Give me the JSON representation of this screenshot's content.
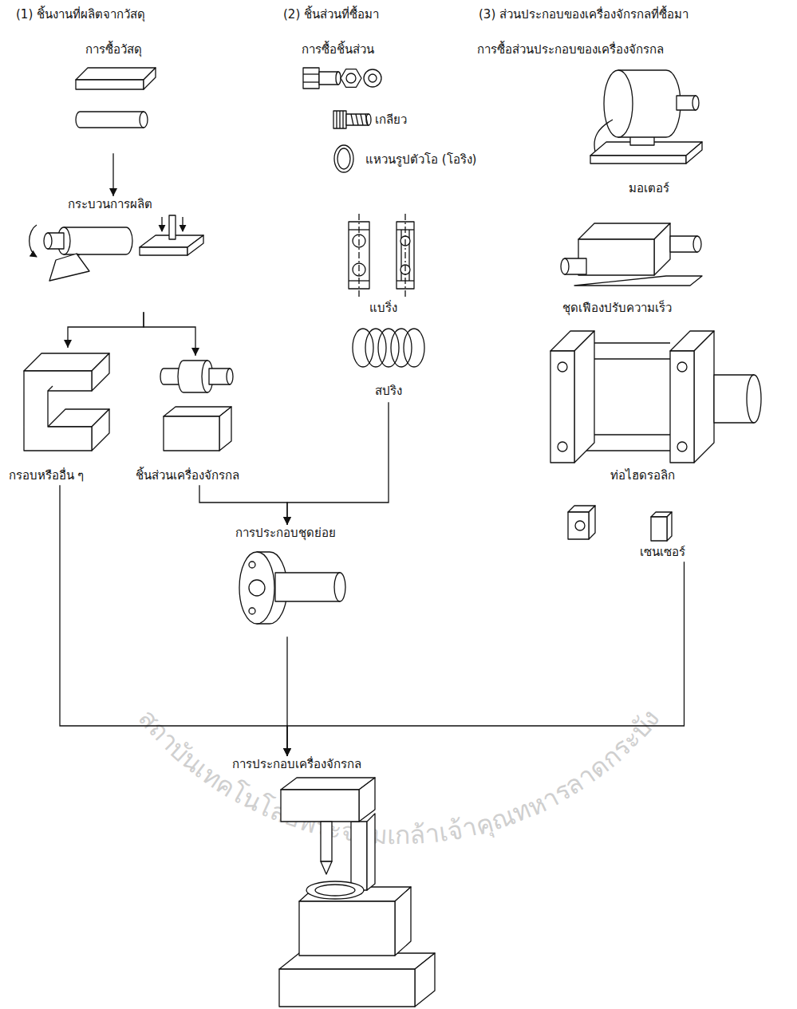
{
  "diagram": {
    "nodes": [
      {
        "text": [
          "การซื้อวัสดุ"
        ]
      },
      {
        "text": [
          "กระบวนการผลิต"
        ]
      },
      {
        "text": [
          "กรอบหรืออื่น ๆ"
        ]
      },
      {
        "text": [
          "ชิ้นส่วนเครื่องจักรกล"
        ]
      },
      {
        "text": [
          "สปริง"
        ]
      },
      {
        "text": [
          "เซนเซอร์"
        ]
      },
      {
        "text": [
          "การประกอบชุดย่อย"
        ]
      },
      {
        "text": [
          "การประกอบเครื่องจักรกล"
        ]
      }
    ],
    "edges": [
      {
        "from": 0,
        "to": 1,
        "arrow": "to"
      },
      {
        "from": 1,
        "to": 2,
        "arrow": "to"
      },
      {
        "from": 1,
        "to": 3,
        "arrow": "to"
      },
      {
        "from": 3,
        "to": 6,
        "arrow": "to"
      },
      {
        "from": 4,
        "to": 6,
        "arrow": "to"
      },
      {
        "from": 2,
        "to": 7,
        "arrow": "to"
      },
      {
        "from": 6,
        "to": 7,
        "arrow": "to"
      },
      {
        "from": 5,
        "to": 7,
        "arrow": "to"
      }
    ],
    "labels": [
      "(1) ชิ้นงานที่ผลิตจากวัสดุ",
      "(2) ชิ้นส่วนที่ซื้อมา",
      "(3) ส่วนประกอบของเครื่องจักรกลที่ซื้อมา",
      "การซื้อชิ้นส่วน",
      "การซื้อส่วนประกอบของเครื่องจักรกล",
      "มอเตอร์",
      "เกลียว",
      "แหวนรูปตัวโอ (โอริง)",
      "ชุดเฟืองปรับความเร็ว",
      "แบริ่ง",
      "ท่อไฮดรอลิก",
      "สถาบันเทคโนโลยีพระจอมเกล้าเจ้าคุณทหารลาดกระบัง"
    ]
  }
}
